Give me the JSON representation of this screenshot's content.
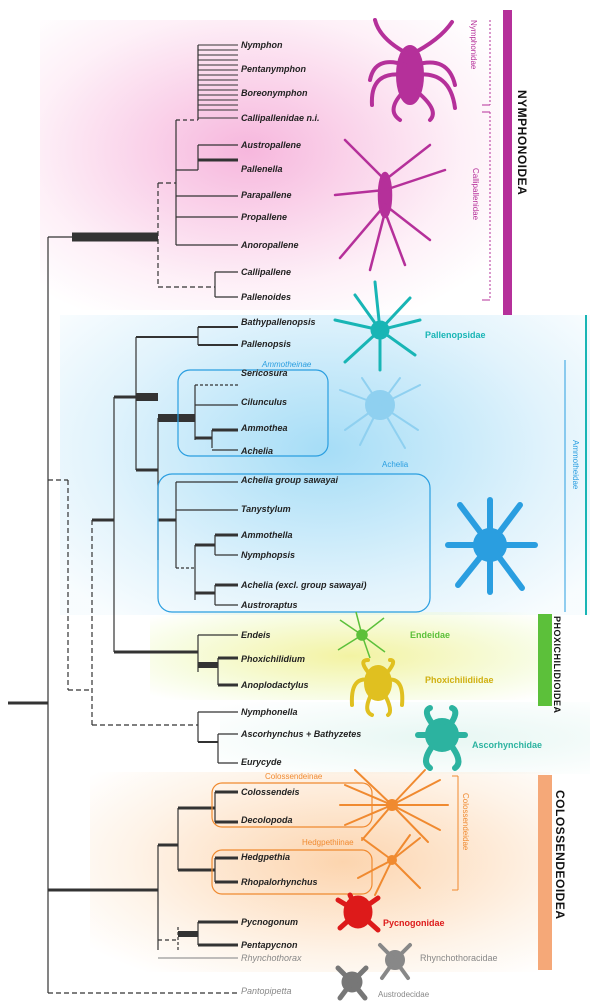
{
  "superfamilies": {
    "nymphonoidea": "NYMPHONOIDEA",
    "phoxichilidioidea": "PHOXICHILIDIOIDEA",
    "colossendeoidea": "COLOSSENDEOIDEA"
  },
  "families": {
    "nymphonidae": "Nymphonidae",
    "callipallenidae": "Callipallenidae",
    "pallenopsidae": "Pallenopsidae",
    "ammotheidae": "Ammotheidae",
    "endeidae": "Endeidae",
    "phoxichilidiidae": "Phoxichilidiidae",
    "ascorhynchidae": "Ascorhynchidae",
    "colossendeidae": "Colossendeidae",
    "pycnogonidae": "Pycnogonidae",
    "rhynchothoracidae": "Rhynchothoracidae",
    "austrodecidae": "Austrodecidae"
  },
  "subfamilies": {
    "ammotheinae": "Ammotheinae",
    "achelia": "Achelia",
    "colossendeinae": "Colossendeinae",
    "hedgpethiinae": "Hedgpethiinae"
  },
  "taxa": [
    "Nymphon",
    "Pentanymphon",
    "Boreonymphon",
    "Callipallenidae n.i.",
    "Austropallene",
    "Pallenella",
    "Parapallene",
    "Propallene",
    "Anoropallene",
    "Callipallene",
    "Pallenoides",
    "Bathypallenopsis",
    "Pallenopsis",
    "Sericosura",
    "Cilunculus",
    "Ammothea",
    "Achelia",
    "Achelia group sawayai",
    "Tanystylum",
    "Ammothella",
    "Nymphopsis",
    "Achelia (excl. group sawayai)",
    "Austroraptus",
    "Endeis",
    "Phoxichilidium",
    "Anoplodactylus",
    "Nymphonella",
    "Ascorhynchus + Bathyzetes",
    "Eurycyde",
    "Colossendeis",
    "Decolopoda",
    "Hedgpethia",
    "Rhopalorhynchus",
    "Pycnogonum",
    "Pentapycnon",
    "Rhynchothorax",
    "Pantopipetta"
  ],
  "colors": {
    "nymphonoidea": "#b5309a",
    "pallenopsidae": "#18b5b5",
    "ammotheidae": "#2a9ee0",
    "endeidae": "#5cc03a",
    "phoxichilidiidae": "#e0c020",
    "ascorhynchidae": "#2cb3a0",
    "colossendeoidea": "#f08a30",
    "pycnogonidae": "#dd1a1a",
    "grey": "#888888"
  },
  "icons": [
    "nymphonidae-specimen-icon",
    "callipallenidae-specimen-icon",
    "pallenopsidae-specimen-icon",
    "achelia-specimen-icon",
    "ammotheidae-specimen-icon",
    "endeidae-specimen-icon",
    "phoxichilidiidae-specimen-icon",
    "ascorhynchidae-specimen-icon",
    "colossendeidae-specimen-icon",
    "hedgpethiinae-specimen-icon",
    "pycnogonidae-specimen-icon",
    "rhynchothoracidae-specimen-icon",
    "austrodecidae-specimen-icon"
  ]
}
